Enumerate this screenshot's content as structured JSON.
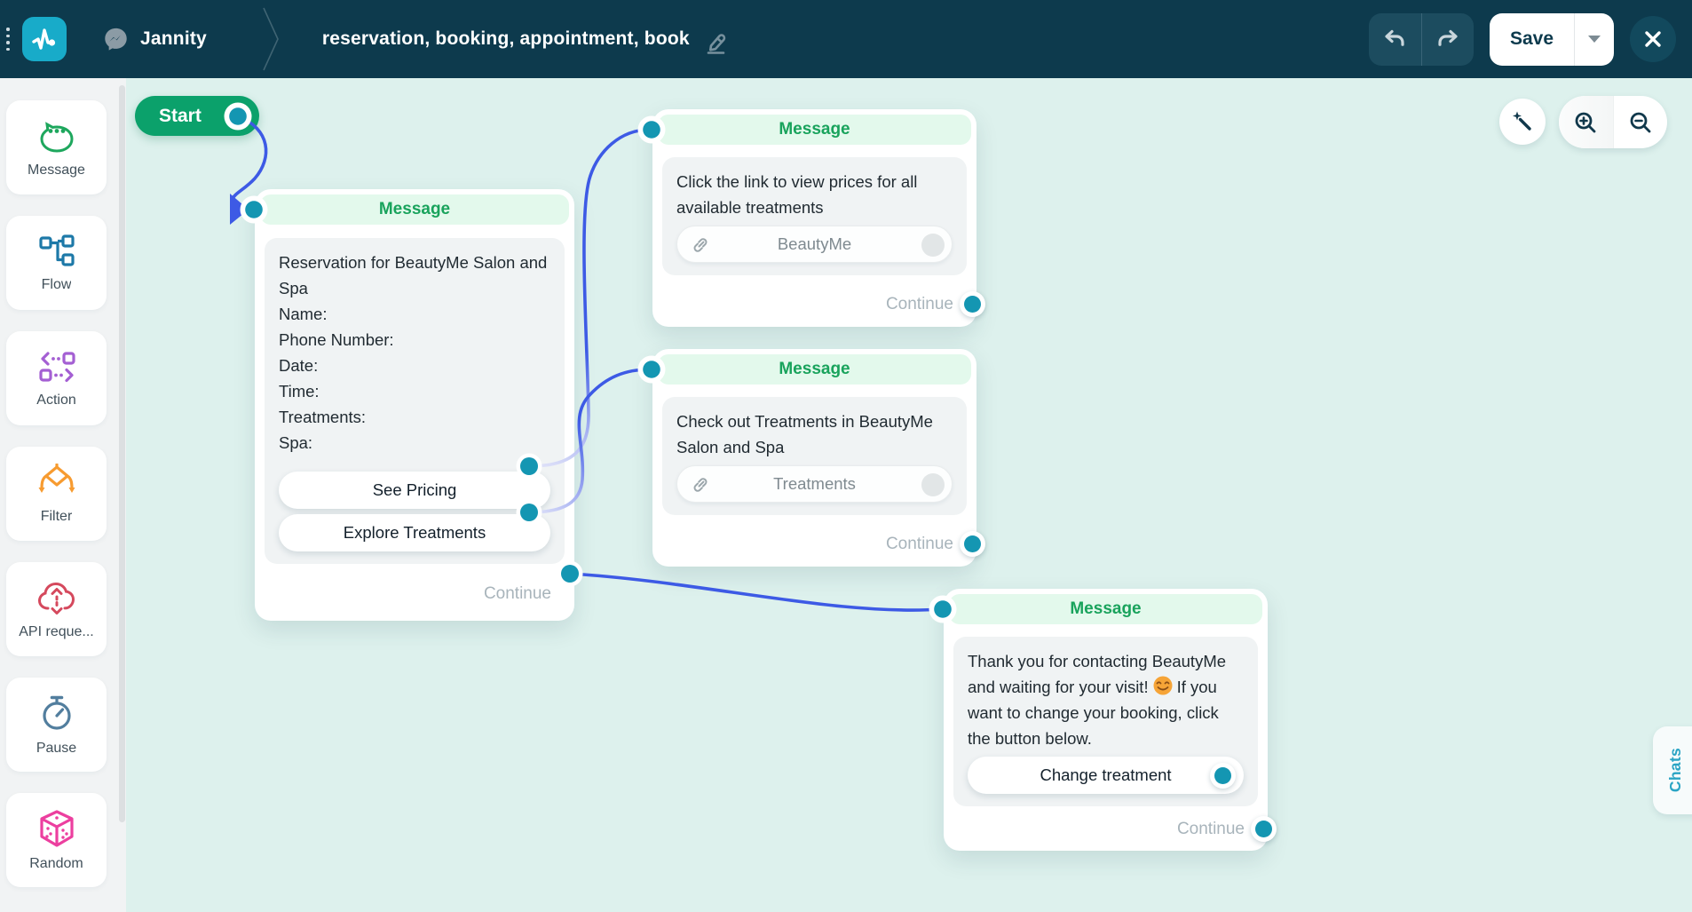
{
  "topbar": {
    "bot_name": "Jannity",
    "flow_title": "reservation, booking, appointment, book",
    "save_label": "Save",
    "icons": {
      "menu_dots": "vertical-dots",
      "logo": "pulse-line",
      "channel": "messenger-bolt",
      "edit": "pencil",
      "undo": "curved-arrow-left",
      "redo": "curved-arrow-right",
      "caret": "triangle-down",
      "close": "x-cross"
    }
  },
  "sidebar": {
    "items": [
      {
        "label": "Message",
        "icon": "speech-bubble-dots",
        "color": "#1ea75d"
      },
      {
        "label": "Flow",
        "icon": "branching-squares",
        "color": "#1d79a8"
      },
      {
        "label": "Action",
        "icon": "arrows-and-squares",
        "color": "#a45fd3"
      },
      {
        "label": "Filter",
        "icon": "diamond-branches",
        "color": "#f79b30"
      },
      {
        "label": "API reque...",
        "icon": "cloud-sync-arrows",
        "color": "#d5495d"
      },
      {
        "label": "Pause",
        "icon": "stopwatch",
        "color": "#527e9e"
      },
      {
        "label": "Random",
        "icon": "dice",
        "color": "#ec3f9f"
      }
    ]
  },
  "canvas": {
    "start_label": "Start",
    "chats_label": "Chats",
    "controls": {
      "wand": "magic-wand",
      "zoom_in": "magnifier-plus",
      "zoom_out": "magnifier-minus"
    },
    "nodes": [
      {
        "title": "Message",
        "body": "Reservation for BeautyMe Salon and Spa\nName:\nPhone Number:\nDate:\nTime:\nTreatments:\nSpa:",
        "buttons": [
          "See Pricing",
          "Explore Treatments"
        ],
        "continue_label": "Continue"
      },
      {
        "title": "Message",
        "body": "Click the link to view prices for all available treatments",
        "link_label": "BeautyMe",
        "continue_label": "Continue"
      },
      {
        "title": "Message",
        "body": "Check out Treatments in BeautyMe Salon and Spa",
        "link_label": "Treatments",
        "continue_label": "Continue"
      },
      {
        "title": "Message",
        "body_before_emoji": "Thank you for contacting BeautyMe and waiting for your visit!",
        "emoji": "😊",
        "body_after_emoji": "If you want to change your booking, click the button below.",
        "button": "Change treatment",
        "continue_label": "Continue"
      }
    ]
  },
  "colors": {
    "topbar_bg": "#0d3a4d",
    "canvas_bg": "#ddf1ed",
    "accent_teal_port": "#1496b2",
    "connection_blue": "#3d5ae5",
    "connection_light": "#e2e4f9",
    "node_header_bg": "#e3f9ec",
    "node_header_text": "#19a35c",
    "start_green": "#0ba16b",
    "chats_text": "#2aa4c4",
    "logo_cyan": "#18abc9"
  }
}
